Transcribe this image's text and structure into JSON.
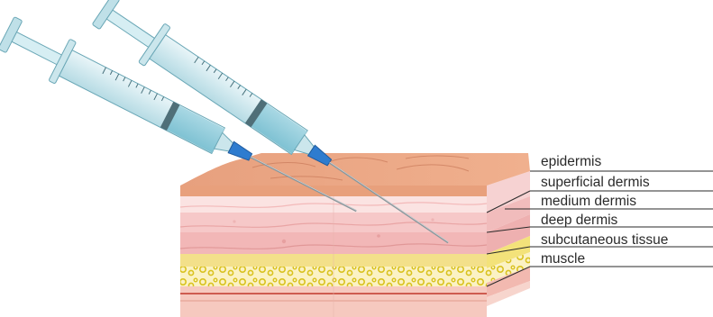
{
  "labels": {
    "epidermis": "epidermis",
    "superficial_dermis": "superficial dermis",
    "medium_dermis": "medium dermis",
    "deep_dermis": "deep dermis",
    "subcutaneous_tissue": "subcutaneous tissue",
    "muscle": "muscle"
  },
  "colors": {
    "epidermis": "#e8a07c",
    "dermis_light": "#fbe3e2",
    "dermis_mid": "#f6c4c4",
    "dermis_deep": "#f2b3b3",
    "fat": "#f3e27a",
    "muscle": "#f5c0b8",
    "barrel": "#cfe8ee",
    "hub": "#2e7ccf"
  }
}
